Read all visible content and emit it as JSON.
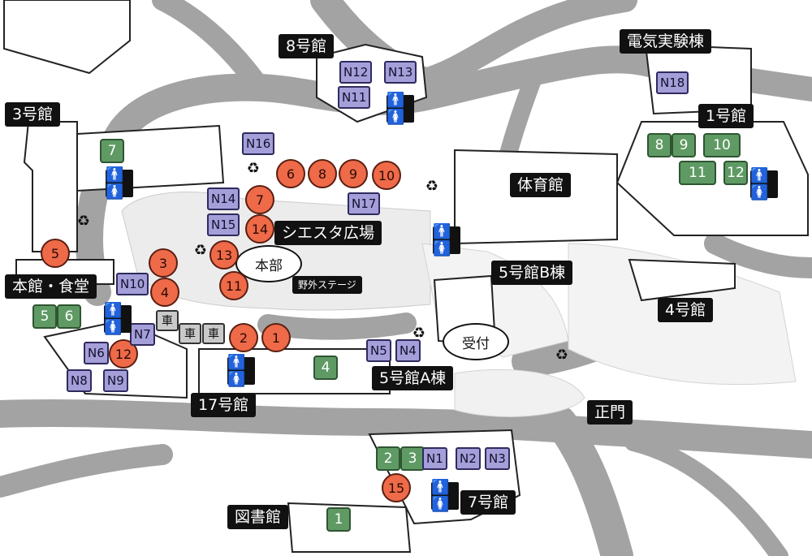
{
  "buildings": {
    "b3": "3号館",
    "b8": "8号館",
    "denki": "電気実験棟",
    "b1": "1号館",
    "gym": "体育館",
    "siesta": "シエスタ広場",
    "honbu": "本部",
    "yagai": "野外ステージ",
    "honkan": "本館・食堂",
    "b5b": "5号館B棟",
    "b4": "4号館",
    "uketsuke": "受付",
    "b5a": "5号館A棟",
    "b17": "17号館",
    "seimon": "正門",
    "b7": "7号館",
    "library": "図書館"
  },
  "red_spots": [
    "1",
    "2",
    "3",
    "4",
    "5",
    "6",
    "7",
    "8",
    "9",
    "10",
    "11",
    "12",
    "13",
    "14",
    "15"
  ],
  "green_spots": [
    "1",
    "2",
    "3",
    "4",
    "5",
    "6",
    "7",
    "8",
    "9",
    "10",
    "11",
    "12"
  ],
  "purple_spots": [
    "N1",
    "N2",
    "N3",
    "N4",
    "N5",
    "N6",
    "N7",
    "N8",
    "N9",
    "N10",
    "N11",
    "N12",
    "N13",
    "N14",
    "N15",
    "N16",
    "N17",
    "N18"
  ],
  "car_label": "車",
  "icons": {
    "restroom": "restroom-icon",
    "recycle": "recycle-icon"
  },
  "colors": {
    "road": "#a3a3a3",
    "red_spot": "#ee6a48",
    "green_spot": "#5f9a64",
    "purple_spot": "#a49fd8",
    "label_bg": "#111111"
  }
}
